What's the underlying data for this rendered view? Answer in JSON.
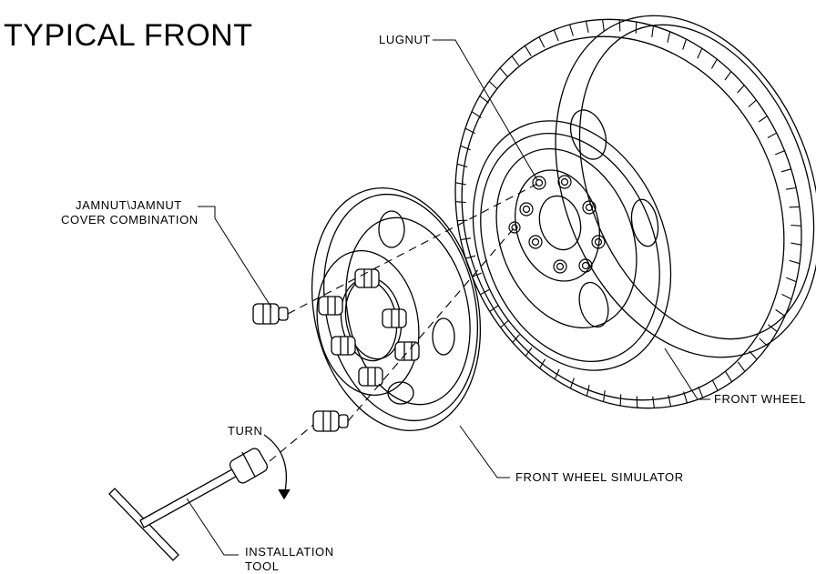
{
  "title": "TYPICAL FRONT",
  "labels": {
    "lugnut": "LUGNUT",
    "jamnut_line1": "JAMNUT\\JAMNUT",
    "jamnut_line2": "COVER COMBINATION",
    "turn": "TURN",
    "front_wheel": "FRONT WHEEL",
    "front_wheel_simulator": "FRONT WHEEL SIMULATOR",
    "installation_line1": "INSTALLATION",
    "installation_line2": "TOOL"
  },
  "colors": {
    "line": "#000000",
    "background": "#ffffff"
  }
}
